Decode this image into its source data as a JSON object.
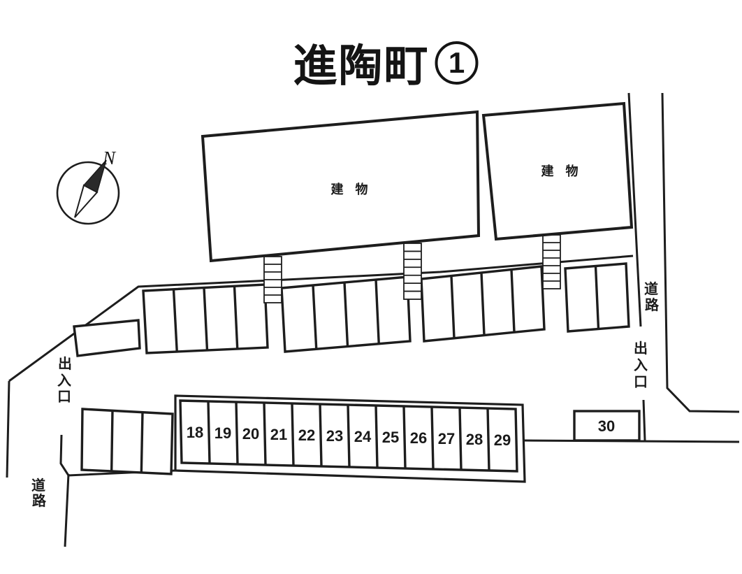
{
  "title": {
    "main": "進陶町",
    "number": "1"
  },
  "compass": {
    "label": "N"
  },
  "buildings": [
    {
      "label": "建 物"
    },
    {
      "label": "建 物"
    }
  ],
  "labels": {
    "entrance_left": [
      "出",
      "入",
      "口"
    ],
    "entrance_right": [
      "出",
      "入",
      "口"
    ],
    "road_left": [
      "道",
      "路"
    ],
    "road_right": [
      "道",
      "路"
    ]
  },
  "spaces": {
    "numbered": [
      "18",
      "19",
      "20",
      "21",
      "22",
      "23",
      "24",
      "25",
      "26",
      "27",
      "28",
      "29"
    ],
    "separate": "30"
  },
  "colors": {
    "line": "#1d1d1d",
    "background": "#ffffff"
  }
}
